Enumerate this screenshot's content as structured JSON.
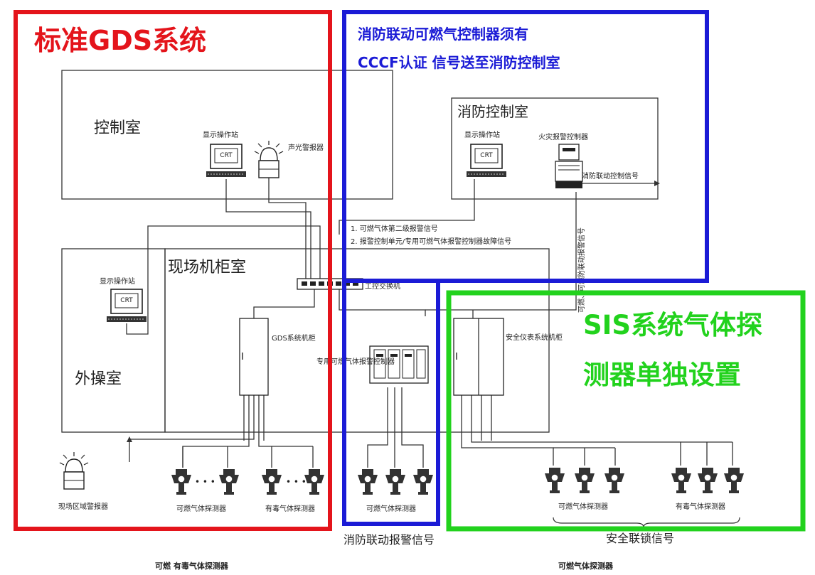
{
  "colors": {
    "gds_box": "#e4141b",
    "fire_box": "#1b1bd6",
    "sis_box": "#22d21d",
    "line": "#333333"
  },
  "gds": {
    "title": "标准GDS系统"
  },
  "fire": {
    "title_line1": "消防联动可燃气控制器须有",
    "title_line2": "CCCF认证 信号送至消防控制室"
  },
  "sis": {
    "title_line1": "SIS系统气体探",
    "title_line2": "测器单独设置"
  },
  "rooms": {
    "control_room": "控制室",
    "fire_control_room": "消防控制室",
    "field_cabinet_room": "现场机柜室",
    "outside_operation_room": "外操室"
  },
  "devices": {
    "display_station": "显示操作站",
    "crt": "CRT",
    "audible_visual_alarm": "声光警报器",
    "fire_alarm_controller": "火灾报警控制器",
    "fire_linkage_signal": "消防联动控制信号",
    "switch": "工控交换机",
    "gds_cabinet": "GDS系统机柜",
    "dedicated_controller": "专用可燃气体报警控制器",
    "sis_cabinet": "安全仪表系统机柜",
    "field_alarm": "现场区域警报器",
    "ellipsis": "• • •"
  },
  "signals": {
    "sig1": "1. 可燃气体第二级报警信号",
    "sig2": "2. 报警控制单元/专用可燃气体报警控制器故障信号",
    "vertical_signal": "可燃、可燃防联动报警信号"
  },
  "detectors": {
    "gds_combustible": "可燃气体探测器",
    "gds_toxic": "有毒气体探测器",
    "fire_combustible": "可燃气体探测器",
    "sis_combustible": "可燃气体探测器",
    "sis_toxic": "有毒气体探测器"
  },
  "bottom": {
    "fire_linkage_alarm": "消防联动报警信号",
    "safety_interlock": "安全联锁信号",
    "caption_left": "可燃 有毒气体探测器",
    "caption_right": "可燃气体探测器"
  }
}
